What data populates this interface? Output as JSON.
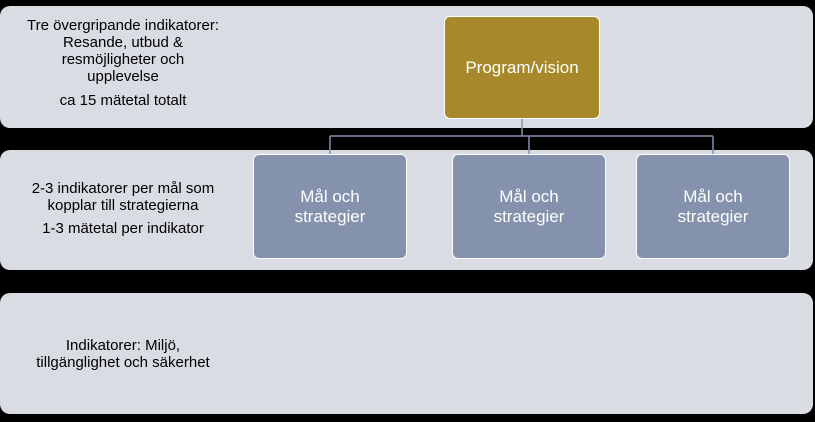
{
  "levels": [
    {
      "lines": [
        "Tre övergripande indikatorer:",
        "Resande, utbud &",
        "resmöjligheter och",
        "upplevelse"
      ],
      "sub": "ca 15 mätetal totalt"
    },
    {
      "lines": [
        "2-3 indikatorer per mål som",
        "kopplar till strategierna"
      ],
      "sub": "1-3 mätetal per indikator"
    },
    {
      "lines": [
        "Indikatorer: Miljö,",
        "tillgänglighet och säkerhet"
      ]
    }
  ],
  "nodes": {
    "program": "Program/vision",
    "goals": [
      "Mål och strategier",
      "Mål och strategier",
      "Mål och strategier"
    ]
  },
  "colors": {
    "background": "#000000",
    "band": "#d9dce3",
    "program_box": "#a7882a",
    "goal_box": "#8492ad",
    "connector": "#8492ad"
  }
}
